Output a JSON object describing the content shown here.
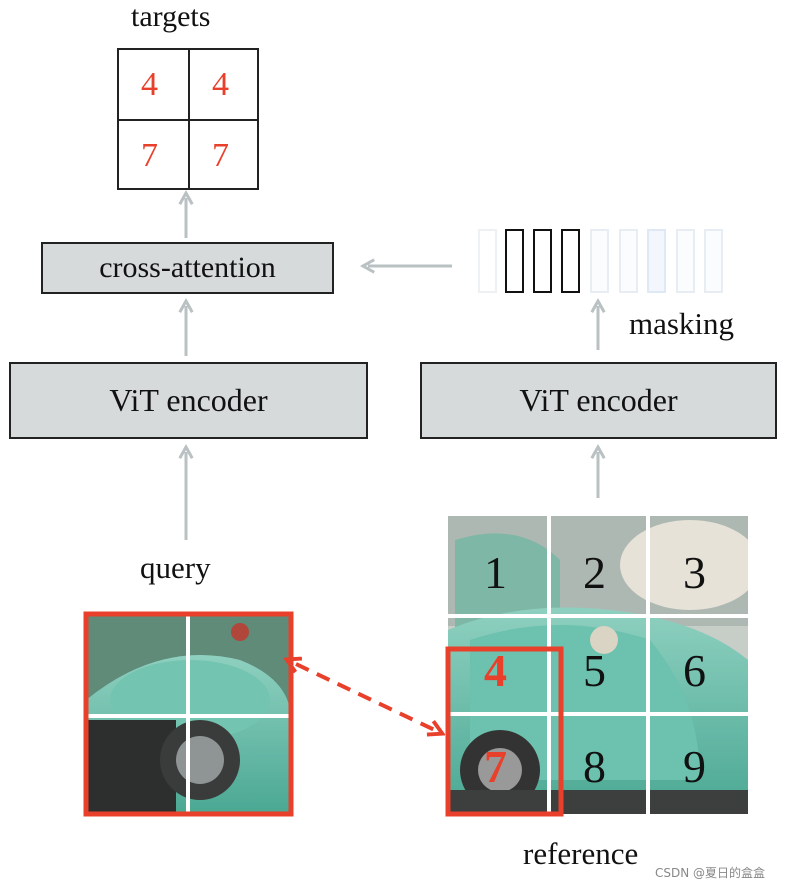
{
  "labels": {
    "targets": "targets",
    "cross_attention": "cross-attention",
    "vit_left": "ViT encoder",
    "vit_right": "ViT encoder",
    "masking": "masking",
    "query": "query",
    "reference": "reference"
  },
  "targets_grid": [
    "4",
    "4",
    "7",
    "7"
  ],
  "reference_grid": [
    "1",
    "2",
    "3",
    "4",
    "5",
    "6",
    "7",
    "8",
    "9"
  ],
  "highlighted_patches": [
    "4",
    "7"
  ],
  "watermark": "CSDN @夏日的盒盒",
  "colors": {
    "accent_red": "#e8402a",
    "arrow_gray": "#b9c1c3",
    "box_fill": "#d6dadb"
  }
}
